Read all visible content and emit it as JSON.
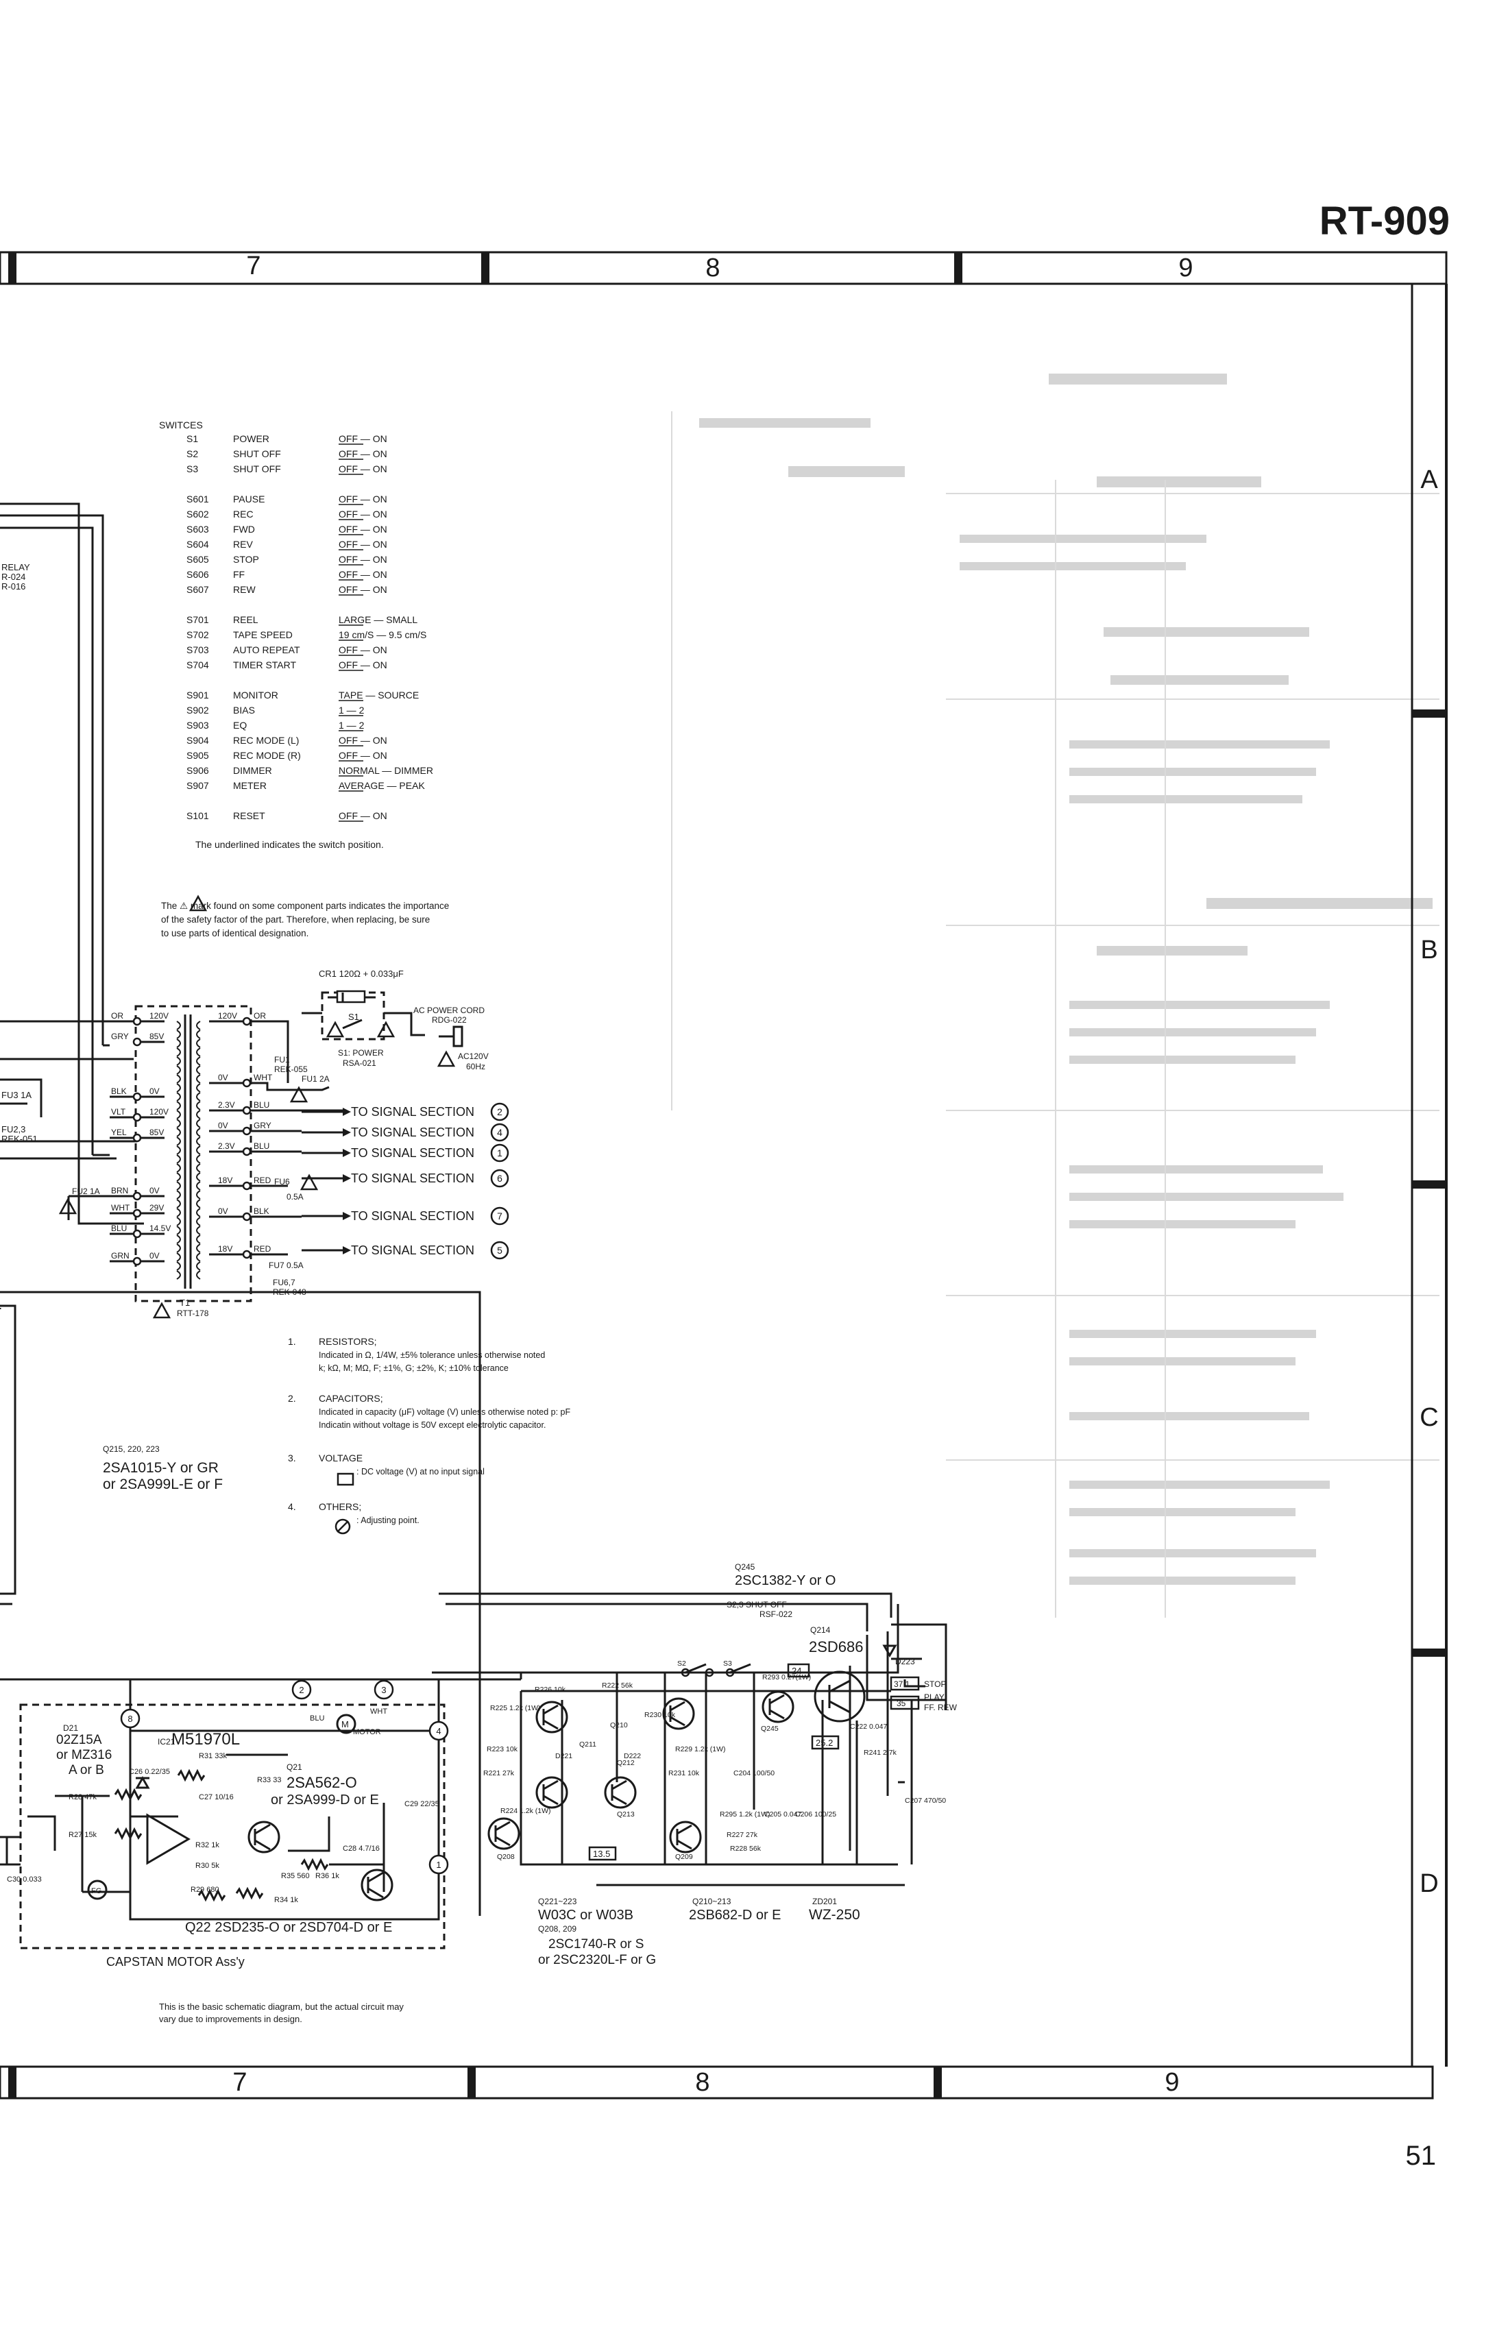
{
  "header": {
    "model": "RT-909",
    "page_number": "51"
  },
  "grid": {
    "columns": [
      "7",
      "8",
      "9"
    ],
    "rows": [
      "A",
      "B",
      "C",
      "D"
    ]
  },
  "switches": {
    "title": "SWITCES",
    "groups": [
      [
        {
          "ref": "S1",
          "name": "POWER",
          "pos": "OFF — ON"
        },
        {
          "ref": "S2",
          "name": "SHUT OFF",
          "pos": "OFF — ON"
        },
        {
          "ref": "S3",
          "name": "SHUT OFF",
          "pos": "OFF — ON"
        }
      ],
      [
        {
          "ref": "S601",
          "name": "PAUSE",
          "pos": "OFF — ON"
        },
        {
          "ref": "S602",
          "name": "REC",
          "pos": "OFF — ON"
        },
        {
          "ref": "S603",
          "name": "FWD",
          "pos": "OFF — ON"
        },
        {
          "ref": "S604",
          "name": "REV",
          "pos": "OFF — ON"
        },
        {
          "ref": "S605",
          "name": "STOP",
          "pos": "OFF — ON"
        },
        {
          "ref": "S606",
          "name": "FF",
          "pos": "OFF — ON"
        },
        {
          "ref": "S607",
          "name": "REW",
          "pos": "OFF — ON"
        }
      ],
      [
        {
          "ref": "S701",
          "name": "REEL",
          "pos": "LARGE — SMALL"
        },
        {
          "ref": "S702",
          "name": "TAPE SPEED",
          "pos": "19 cm/S — 9.5 cm/S"
        },
        {
          "ref": "S703",
          "name": "AUTO REPEAT",
          "pos": "OFF — ON"
        },
        {
          "ref": "S704",
          "name": "TIMER START",
          "pos": "OFF — ON"
        }
      ],
      [
        {
          "ref": "S901",
          "name": "MONITOR",
          "pos": "TAPE — SOURCE"
        },
        {
          "ref": "S902",
          "name": "BIAS",
          "pos": "1 — 2"
        },
        {
          "ref": "S903",
          "name": "EQ",
          "pos": "1 — 2"
        },
        {
          "ref": "S904",
          "name": "REC MODE (L)",
          "pos": "OFF — ON"
        },
        {
          "ref": "S905",
          "name": "REC MODE (R)",
          "pos": "OFF — ON"
        },
        {
          "ref": "S906",
          "name": "DIMMER",
          "pos": "NORMAL — DIMMER"
        },
        {
          "ref": "S907",
          "name": "METER",
          "pos": "AVERAGE — PEAK"
        }
      ],
      [
        {
          "ref": "S101",
          "name": "RESET",
          "pos": "OFF — ON"
        }
      ]
    ],
    "footnote": "The underlined indicates the switch position."
  },
  "safety_note": [
    "The ⚠ mark found on some component parts indicates the importance",
    "of the safety factor of the part. Therefore, when replacing, be sure",
    "to use parts of identical designation."
  ],
  "power": {
    "cr1": "CR1 120Ω + 0.033μF",
    "s1": "S1",
    "s1_part": [
      "S1: POWER",
      "RSA-021"
    ],
    "cord": [
      "AC POWER CORD",
      "RDG-022"
    ],
    "ac": [
      "AC120V",
      "60Hz"
    ],
    "fu1": [
      "FU1",
      "REK-055"
    ],
    "fu1_2a": "FU1 2A",
    "transformer": [
      "T1",
      "RTT-178"
    ],
    "fu67": [
      "FU6,7",
      "REK-048"
    ],
    "fu6": "FU6",
    "fu6_val": "0.5A",
    "fu7": "FU7 0.5A",
    "fu2": [
      "FU2 1A"
    ],
    "fu2_part": [
      "FU2,3",
      "REK-051"
    ],
    "fu3": "FU3 1A",
    "relay": [
      "RELAY",
      "R-024",
      "R-016"
    ],
    "primary": [
      {
        "color": "OR",
        "volt": "120V"
      },
      {
        "color": "GRY",
        "volt": "85V"
      },
      {
        "color": "BLK",
        "volt": "0V"
      },
      {
        "color": "VLT",
        "volt": "120V"
      },
      {
        "color": "YEL",
        "volt": "85V"
      },
      {
        "color": "BRN",
        "volt": "0V"
      },
      {
        "color": "WHT",
        "volt": "29V"
      },
      {
        "color": "BLU",
        "volt": "14.5V"
      },
      {
        "color": "GRN",
        "volt": "0V"
      }
    ],
    "secondary": [
      {
        "volt": "120V",
        "color": "OR"
      },
      {
        "volt": "0V",
        "color": "WHT"
      },
      {
        "volt": "2.3V",
        "color": "BLU"
      },
      {
        "volt": "0V",
        "color": "GRY"
      },
      {
        "volt": "2.3V",
        "color": "BLU"
      },
      {
        "volt": "18V",
        "color": "RED"
      },
      {
        "volt": "0V",
        "color": "BLK"
      },
      {
        "volt": "18V",
        "color": "RED"
      }
    ],
    "outputs": [
      {
        "text": "TO SIGNAL SECTION",
        "num": "2"
      },
      {
        "text": "TO SIGNAL SECTION",
        "num": "4"
      },
      {
        "text": "TO SIGNAL SECTION",
        "num": "1"
      },
      {
        "text": "TO SIGNAL SECTION",
        "num": "6"
      },
      {
        "text": "TO SIGNAL SECTION",
        "num": "7"
      },
      {
        "text": "TO SIGNAL SECTION",
        "num": "5"
      }
    ]
  },
  "notes": [
    {
      "num": "1.",
      "title": "RESISTORS;",
      "lines": [
        "Indicated in Ω, 1/4W, ±5% tolerance unless otherwise noted",
        "k; kΩ, M; MΩ, F; ±1%, G; ±2%, K; ±10% tolerance"
      ]
    },
    {
      "num": "2.",
      "title": "CAPACITORS;",
      "lines": [
        "Indicated in capacity (μF) voltage (V) unless otherwise noted p: pF",
        "Indicatin without voltage is 50V except electrolytic capacitor."
      ]
    },
    {
      "num": "3.",
      "title": "VOLTAGE",
      "lines": [
        ": DC voltage (V) at no input signal"
      ]
    },
    {
      "num": "4.",
      "title": "OTHERS;",
      "lines": [
        ": Adjusting point."
      ]
    }
  ],
  "capstan": {
    "q215_ref": "Q215, 220, 223",
    "q215_part": [
      "2SA1015-Y or GR",
      "or 2SA999L-E or F"
    ],
    "d21": [
      "D21",
      "02Z15A",
      "or MZ316",
      "A or B"
    ],
    "ic21": [
      "IC21",
      "M51970L"
    ],
    "q21": [
      "Q21",
      "2SA562-O",
      "or 2SA999-D or E"
    ],
    "q22": "Q22 2SD235-O or 2SD704-D or E",
    "title": "CAPSTAN MOTOR Ass'y",
    "labels": [
      "R28 47k",
      "R27 15k",
      "C30 0.033",
      "C26 0.22/35",
      "R31 33k",
      "C27 10/16",
      "R32 1k",
      "R30 5k",
      "R29 680",
      "R33 33",
      "R35 560",
      "R36 1k",
      "C28 4.7/16",
      "C29 22/35",
      "R34 1k",
      "FG",
      "BLU",
      "WHT",
      "MOTOR"
    ],
    "net_nodes": [
      "8",
      "2",
      "3",
      "4",
      "1"
    ]
  },
  "control": {
    "q245": [
      "Q245",
      "2SC1382-Y or O"
    ],
    "s23": [
      "S2,3 SHUT OFF",
      "RSF-022"
    ],
    "q214": [
      "Q214",
      "2SD686"
    ],
    "d223": "D223",
    "stop": [
      "37.1",
      "STOP"
    ],
    "play": [
      "35",
      "PLAY",
      "FF. REW"
    ],
    "q221": [
      "Q221~223",
      "W03C or W03B"
    ],
    "q208": [
      "Q208, 209",
      "2SC1740-R or S",
      "or 2SC2320L-F or G"
    ],
    "q210": [
      "Q210~213",
      "2SB682-D or E"
    ],
    "zd201": [
      "ZD201",
      "WZ-250"
    ],
    "boxes": [
      "24",
      "25.2",
      "13.5"
    ],
    "labels": [
      "S2",
      "S3",
      "R293 0.27(1W)",
      "R226 10k",
      "R225 1.2k (1W)",
      "R223 10k",
      "R221 27k",
      "R224 1.2k (1W)",
      "R222 56k",
      "R230 10k",
      "R229 1.2k (1W)",
      "R231 10k",
      "R295 1.2k (1W)",
      "R227 27k",
      "R228 56k",
      "C205 0.047",
      "C206 100/25",
      "C204 100/50",
      "C222 0.047",
      "R241 2.7k",
      "C207 470/50",
      "Q210",
      "Q211",
      "Q212",
      "Q213",
      "Q208",
      "Q209",
      "D221",
      "D222",
      "Q245"
    ]
  },
  "bottom_note": [
    "This is the basic schematic diagram, but the actual circuit may",
    "vary due to improvements in design."
  ]
}
